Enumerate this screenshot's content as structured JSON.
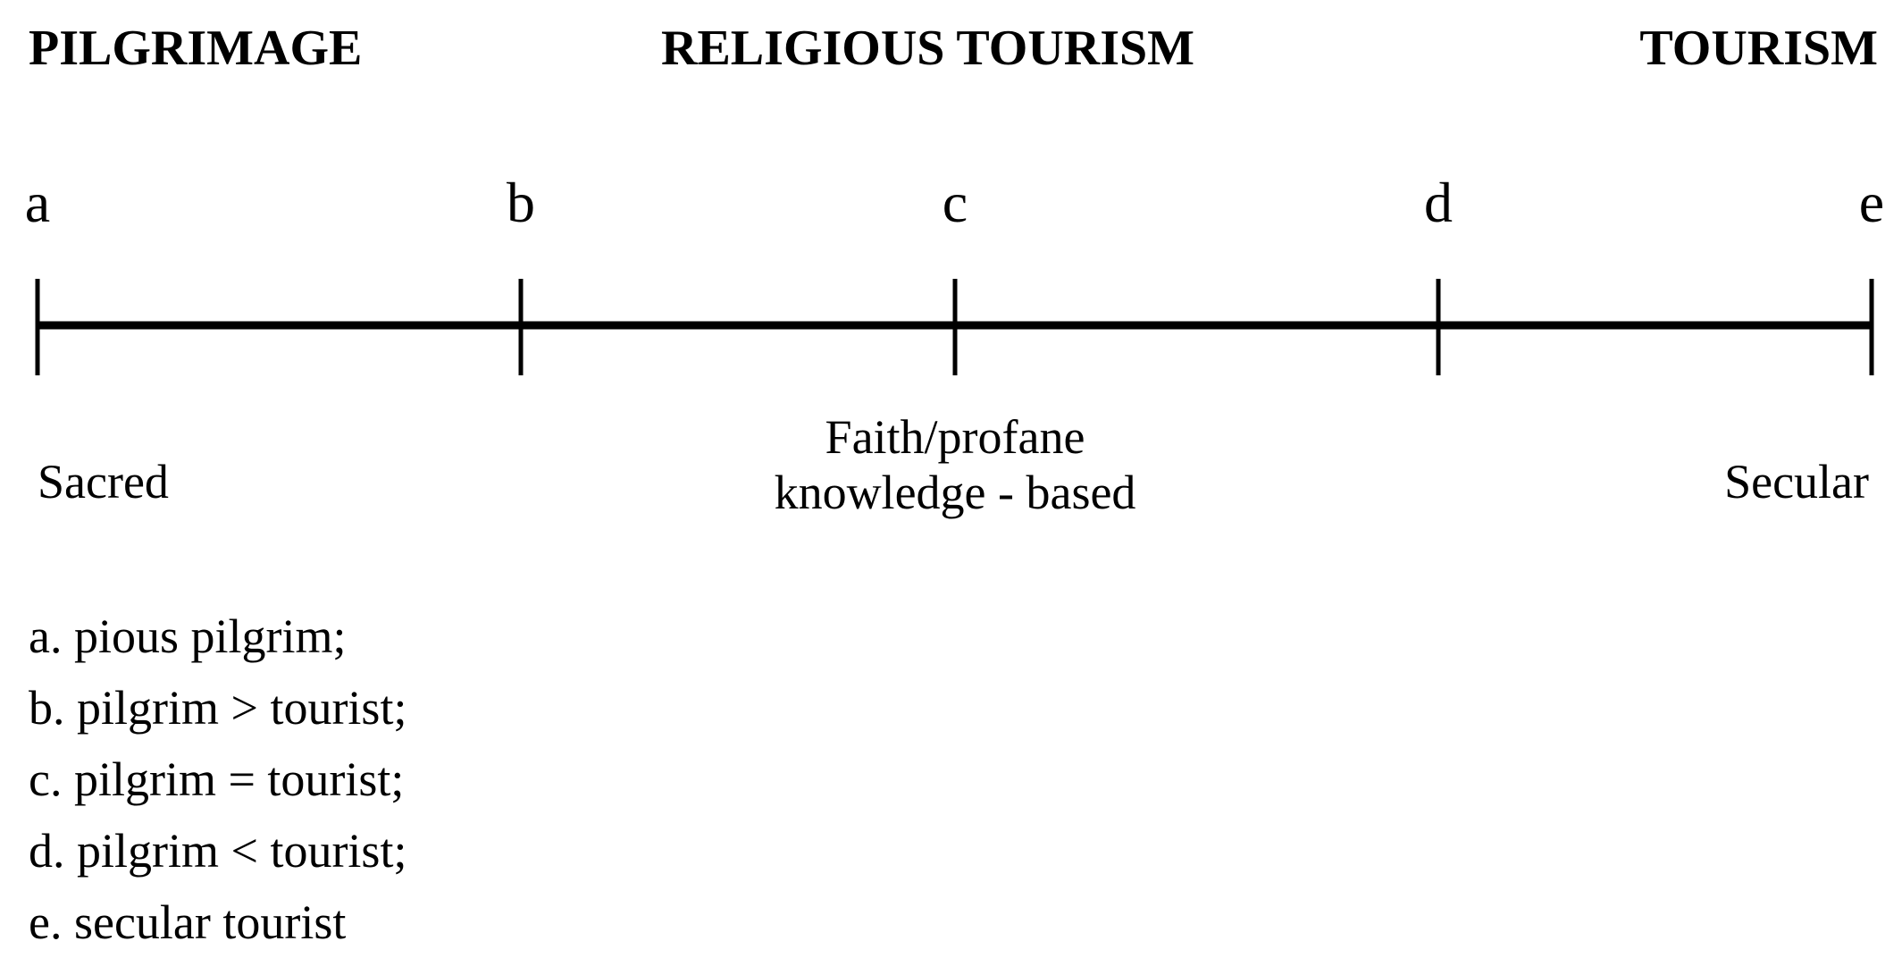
{
  "categories": {
    "left": "PILGRIMAGE",
    "center": "RELIGIOUS TOURISM",
    "right": "TOURISM"
  },
  "points": [
    {
      "label": "a"
    },
    {
      "label": "b"
    },
    {
      "label": "c"
    },
    {
      "label": "d"
    },
    {
      "label": "e"
    }
  ],
  "descriptors": {
    "left": "Sacred",
    "center_line1": "Faith/profane",
    "center_line2": "knowledge - based",
    "right": "Secular"
  },
  "legend": [
    "a. pious pilgrim;",
    "b. pilgrim > tourist;",
    "c. pilgrim = tourist;",
    "d. pilgrim < tourist;",
    "e. secular tourist"
  ],
  "colors": {
    "text": "#000000",
    "line": "#000000",
    "background": "#ffffff"
  }
}
